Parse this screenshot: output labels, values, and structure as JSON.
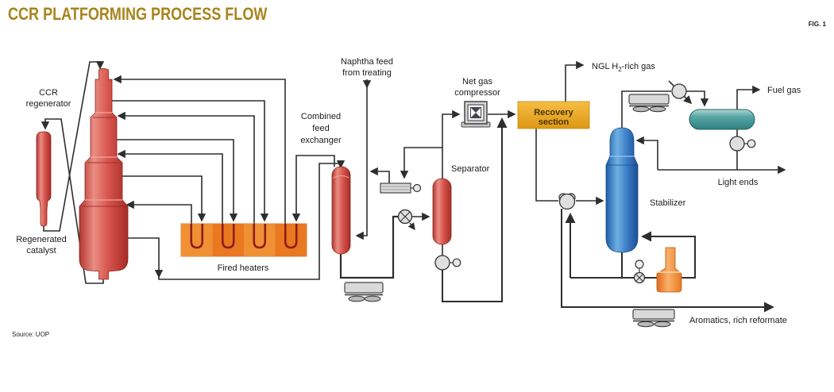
{
  "title": "CCR PLATFORMING PROCESS FLOW",
  "fig_label": "FIG. 1",
  "source": "Source: UOP",
  "labels": {
    "ccr_regenerator": [
      "CCR",
      "regenerator"
    ],
    "regenerated_catalyst": [
      "Regenerated",
      "catalyst"
    ],
    "fired_heaters": "Fired heaters",
    "naphtha_feed": [
      "Naphtha feed",
      "from treating"
    ],
    "combined_feed_exchanger": [
      "Combined",
      "feed",
      "exchanger"
    ],
    "net_gas_compressor": [
      "Net gas",
      "compressor"
    ],
    "separator": "Separator",
    "recovery_section": [
      "Recovery",
      "section"
    ],
    "ngl": {
      "pre": "NGL H",
      "sub": "2",
      "post": "-rich gas"
    },
    "fuel_gas": "Fuel gas",
    "light_ends": "Light ends",
    "stabilizer": "Stabilizer",
    "aromatics": "Aromatics, rich reformate"
  },
  "colors": {
    "title_gold": "#a8841c",
    "line": "#2e2e2e",
    "vessel_red": "#d0463e",
    "heater_orange": "#ee7f28",
    "recovery_gold": "#eda821",
    "stabilizer_blue": "#2f6fb7",
    "drum_teal": "#57a8a4",
    "reboiler_orange": "#ef8432",
    "equipment_gray": "#d9d9d9"
  }
}
